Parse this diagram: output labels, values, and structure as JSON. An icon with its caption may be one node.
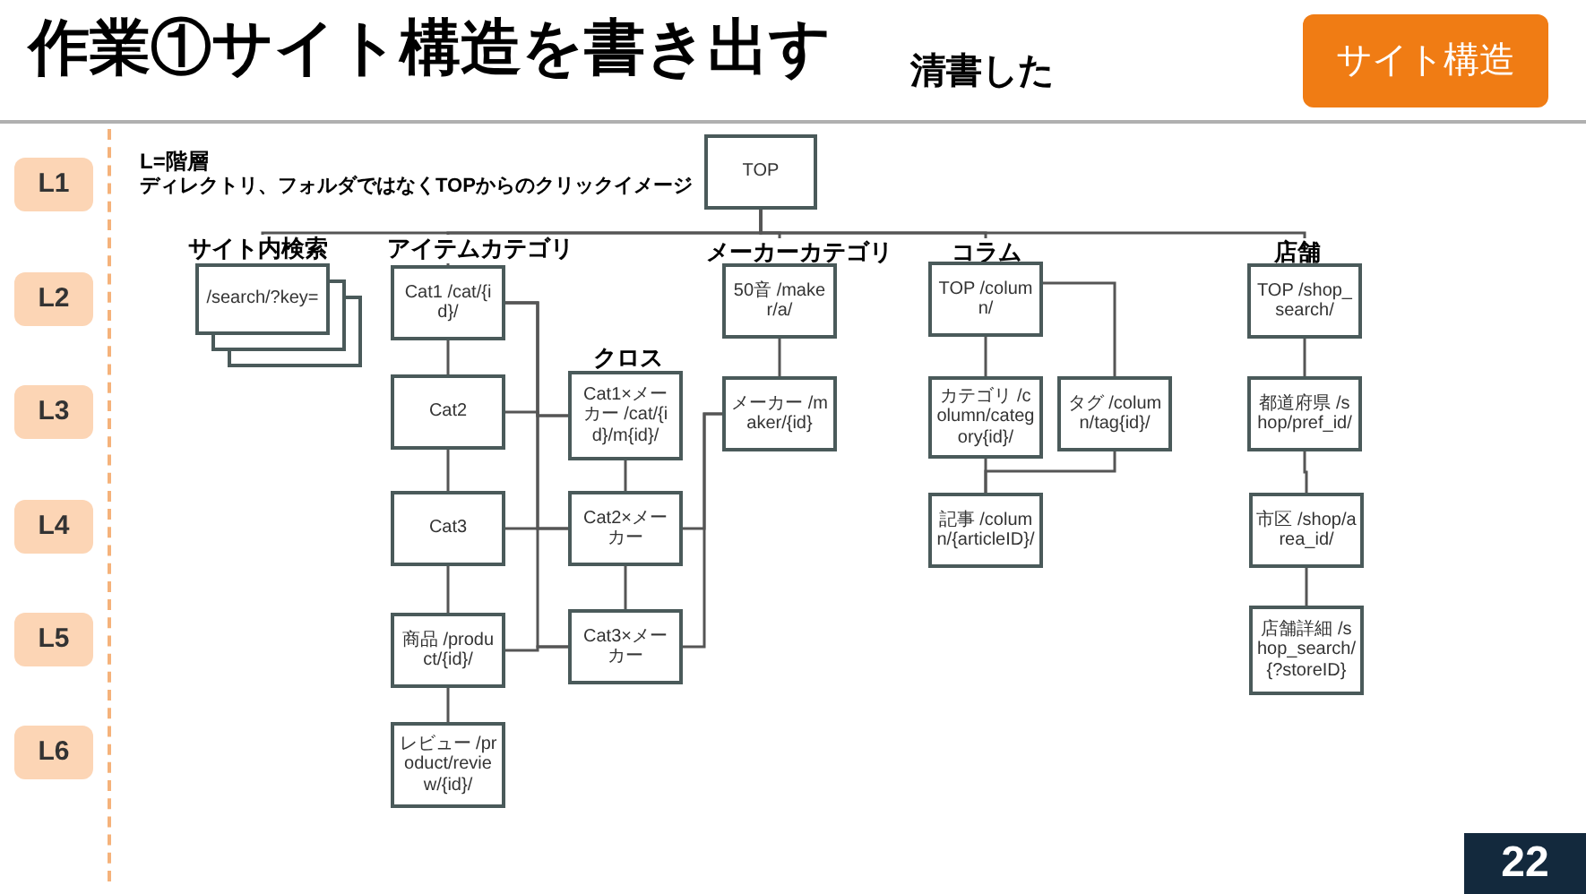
{
  "diagram": {
    "title": "作業①サイト構造を書き出す",
    "nodes": [
      {
        "text": [
          "TOP"
        ]
      },
      {
        "text": [
          "/search/?key="
        ]
      },
      {
        "text": [
          "Cat1 /cat/{id}/"
        ]
      },
      {
        "text": [
          "Cat2"
        ]
      },
      {
        "text": [
          "Cat3"
        ]
      },
      {
        "text": [
          "商品 /product/{id}/"
        ]
      },
      {
        "text": [
          "レビュー /product/review/{id}/"
        ]
      },
      {
        "text": [
          "Cat1×メーカー /cat/{id}/m{id}/"
        ]
      },
      {
        "text": [
          "Cat2×メーカー"
        ]
      },
      {
        "text": [
          "Cat3×メーカー"
        ]
      },
      {
        "text": [
          "50音 /maker/a/"
        ]
      },
      {
        "text": [
          "メーカー /maker/{id}"
        ]
      },
      {
        "text": [
          "TOP /column/"
        ]
      },
      {
        "text": [
          "カテゴリ /column/category{id}/"
        ]
      },
      {
        "text": [
          "タグ /column/tag{id}/"
        ]
      },
      {
        "text": [
          "記事 /column/{articleID}/"
        ]
      },
      {
        "text": [
          "TOP /shop_search/"
        ]
      },
      {
        "text": [
          "都道府県 /shop/pref_id/"
        ]
      },
      {
        "text": [
          "市区 /shop/area_id/"
        ]
      },
      {
        "text": [
          "店舗詳細 /shop_search/{?storeID}"
        ]
      },
      {
        "text": [
          "L1"
        ]
      },
      {
        "text": [
          "L2"
        ]
      },
      {
        "text": [
          "L3"
        ]
      },
      {
        "text": [
          "L4"
        ]
      },
      {
        "text": [
          "L5"
        ]
      },
      {
        "text": [
          "L6"
        ]
      }
    ],
    "edges": [
      {
        "from": 0,
        "to": 1,
        "arrow": "none"
      },
      {
        "from": 0,
        "to": 2,
        "arrow": "none"
      },
      {
        "from": 0,
        "to": 10,
        "arrow": "none"
      },
      {
        "from": 0,
        "to": 12,
        "arrow": "none"
      },
      {
        "from": 0,
        "to": 16,
        "arrow": "none"
      },
      {
        "from": 2,
        "to": 3,
        "arrow": "none"
      },
      {
        "from": 3,
        "to": 4,
        "arrow": "none"
      },
      {
        "from": 4,
        "to": 5,
        "arrow": "none"
      },
      {
        "from": 5,
        "to": 6,
        "arrow": "none"
      },
      {
        "from": 2,
        "to": 7,
        "arrow": "none"
      },
      {
        "from": 2,
        "to": 8,
        "arrow": "none"
      },
      {
        "from": 2,
        "to": 9,
        "arrow": "none"
      },
      {
        "from": 3,
        "to": 7,
        "arrow": "none"
      },
      {
        "from": 4,
        "to": 8,
        "arrow": "none"
      },
      {
        "from": 5,
        "to": 9,
        "arrow": "none"
      },
      {
        "from": 7,
        "to": 8,
        "arrow": "none"
      },
      {
        "from": 8,
        "to": 9,
        "arrow": "none"
      },
      {
        "from": 10,
        "to": 11,
        "arrow": "none"
      },
      {
        "from": 11,
        "to": 8,
        "arrow": "none"
      },
      {
        "from": 11,
        "to": 9,
        "arrow": "none"
      },
      {
        "from": 12,
        "to": 13,
        "arrow": "none"
      },
      {
        "from": 12,
        "to": 14,
        "arrow": "none"
      },
      {
        "from": 13,
        "to": 15,
        "arrow": "none"
      },
      {
        "from": 14,
        "to": 15,
        "arrow": "none"
      },
      {
        "from": 16,
        "to": 17,
        "arrow": "none"
      },
      {
        "from": 17,
        "to": 18,
        "arrow": "none"
      },
      {
        "from": 18,
        "to": 19,
        "arrow": "none"
      }
    ],
    "labels": [
      "清書した",
      "サイト構造",
      "L=階層",
      "ディレクトリ、フォルダではなくTOPからのクリックイメージ",
      "サイト内検索",
      "アイテムカテゴリ",
      "クロス",
      "メーカーカテゴリ",
      "コラム",
      "店舗",
      "22"
    ]
  }
}
